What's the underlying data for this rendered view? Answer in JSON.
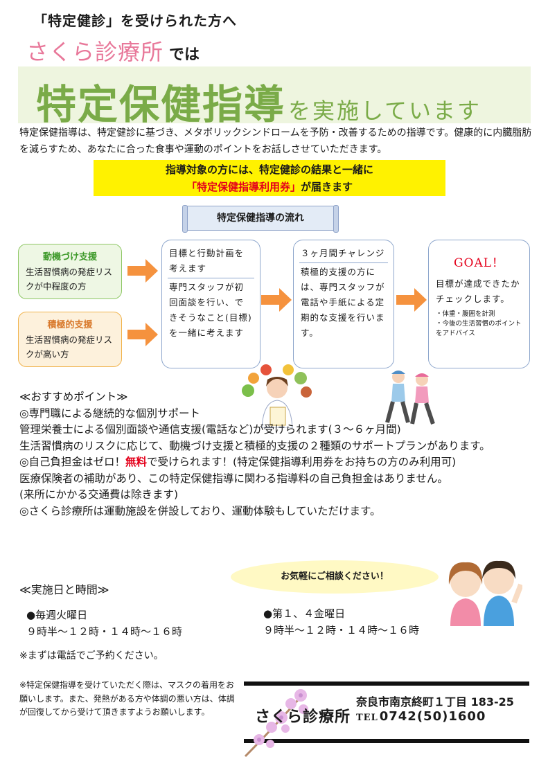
{
  "header": {
    "lead": "「特定健診」を受けられた方へ",
    "clinic_name": "さくら診療所",
    "clinic_suffix": "では",
    "title_main": "特定保健指導",
    "title_sub": "を実施しています"
  },
  "intro": "特定保健指導は、特定健診に基づき、メタボリックシンドロームを予防・改善するための指導です。健康的に内臓脂肪を減らすため、あなたに合った食事や運動のポイントをお話しさせていただきます。",
  "notice": {
    "line1": "指導対象の方には、特定健診の結果と一緒に",
    "ticket": "「特定保健指導利用券」",
    "line2_tail": "が届きます"
  },
  "flow": {
    "heading": "特定保健指導の流れ",
    "types": [
      {
        "title": "動機づけ支援",
        "desc": "生活習慣病の発症リスクが中程度の方"
      },
      {
        "title": "積極的支援",
        "desc": "生活習慣病の発症リスクが高い方"
      }
    ],
    "step1": {
      "title": "目標と行動計画を考えます",
      "body": "専門スタッフが初回面談を行い、できそうなこと(目標)を一緒に考えます"
    },
    "step2": {
      "title": "３ヶ月間チャレンジ",
      "body": "積極的支援の方には、専門スタッフが電話や手紙による定期的な支援を行います。"
    },
    "goal": {
      "label": "GOAL！",
      "body": "目標が達成できたかチェックします。",
      "items": [
        "・体重・腹囲を計測",
        "・今後の生活習慣のポイントをアドバイス"
      ]
    }
  },
  "points": {
    "heading": "≪おすすめポイント≫",
    "p1_title": "◎専門職による継続的な個別サポート",
    "p1_line1": "管理栄養士による個別面談や通信支援(電話など)が受けられます(３～６ヶ月間)",
    "p1_line2": "生活習慣病のリスクに応じて、動機づけ支援と積極的支援の２種類のサポートプランがあります。",
    "p2_pre": "◎自己負担金はゼロ！",
    "p2_free": "無料",
    "p2_post": "で受けられます！(特定保健指導利用券をお持ちの方のみ利用可)",
    "p2_line1": "医療保険者の補助があり、この特定保健指導に関わる指導料の自己負担金はありません。",
    "p2_line2": "(来所にかかる交通費は除きます)",
    "p3": "◎さくら診療所は運動施設を併設しており、運動体験もしていただけます。"
  },
  "bubble": "お気軽にご相談ください！",
  "schedule": {
    "heading": "≪実施日と時間≫",
    "s1_day": "●毎週火曜日",
    "s1_time": "９時半～１２時・１４時～１６時",
    "s2_day": "●第１、４金曜日",
    "s2_time": "９時半～１２時・１４時～１６時",
    "reserve": "※まずは電話でご予約ください。"
  },
  "mask_note": "※特定保健指導を受けていただく際は、マスクの着用をお願いします。また、発熱がある方や体調の悪い方は、体調が回復してから受けて頂きますようお願いします。",
  "footer": {
    "name": "さくら診療所",
    "address": "奈良市南京終町１丁目 183-25",
    "tel_mark": "TEL",
    "tel": "0742(50)1600"
  },
  "colors": {
    "clinic_pink": "#e8789a",
    "banner_green": "#7aab48",
    "notice_yellow": "#fff200",
    "accent_red": "#e4001b",
    "arrow_orange": "#f5923e"
  }
}
